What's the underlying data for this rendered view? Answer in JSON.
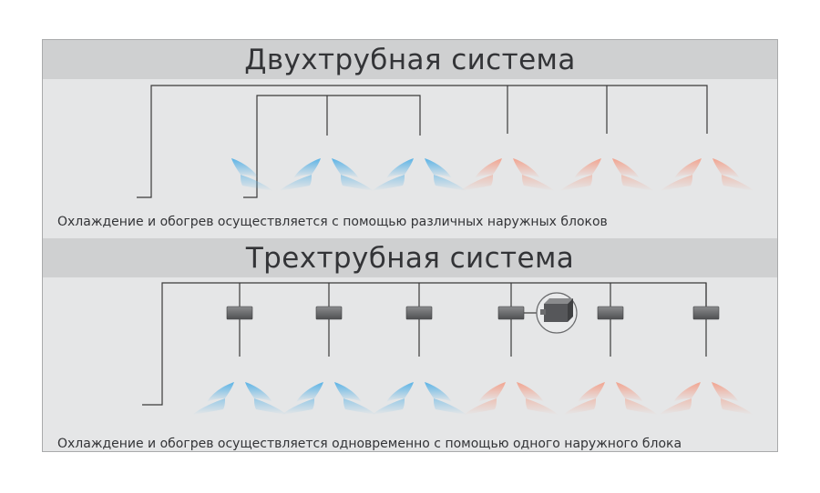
{
  "two_pipe": {
    "title": "Двухтрубная система",
    "caption": "Охлаждение и обогрев осуществляется с помощью различных наружных блоков"
  },
  "three_pipe": {
    "title": "Трехтрубная система",
    "caption": "Охлаждение и обогрев осуществляется одновременно с помощью одного наружного блока"
  },
  "colors": {
    "cool_airflow": "#5bb3e6",
    "heat_airflow": "#f2a48f",
    "pipe_line": "#3a3a3a",
    "band": "#cfd0d1",
    "panel": "#e5e6e7"
  },
  "icons": {
    "airflow": "indoor-airflow-icon",
    "branch_box": "branch-selector-box-icon",
    "outdoor_unit": "outdoor-unit-icon"
  }
}
